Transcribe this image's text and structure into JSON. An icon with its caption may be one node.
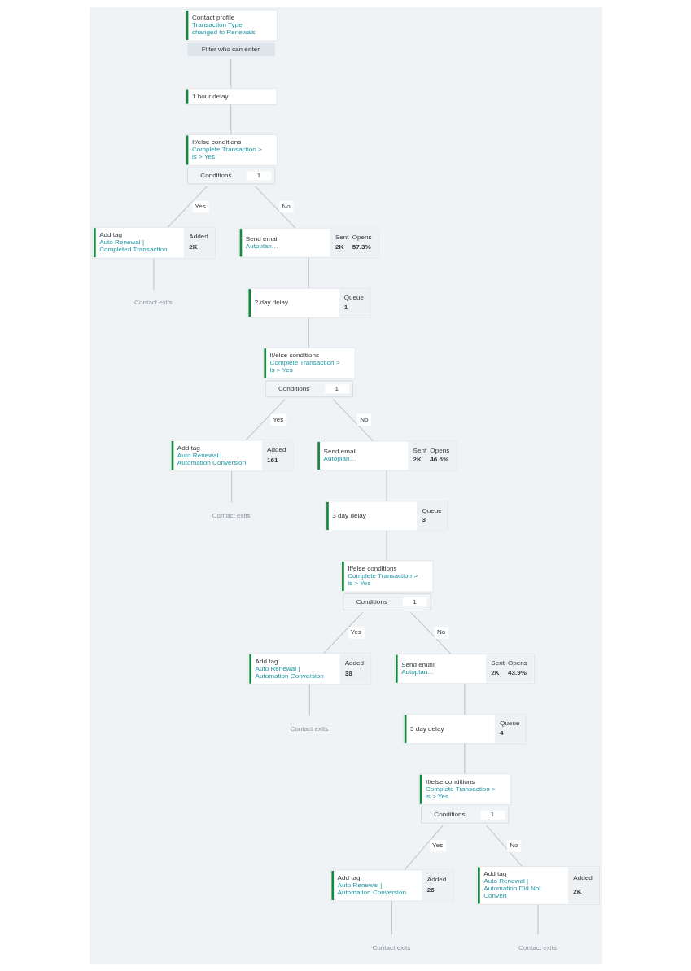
{
  "diagram": {
    "nodes": [
      {
        "text": [
          "Contact profile",
          "Transaction Type changed to Renewals"
        ],
        "beside": [
          "Filter who can enter"
        ]
      },
      {
        "text": [
          "1 hour delay"
        ]
      },
      {
        "text": [
          "If/else conditions",
          "Complete Transaction > is > Yes"
        ],
        "beside": [
          "Conditions",
          "1"
        ]
      },
      {
        "text": [
          "Add tag",
          "Auto Renewal | Completed Transaction",
          "Added",
          "2K"
        ]
      },
      {
        "text": [
          "Send email",
          "Autoplan…",
          "Sent",
          "2K",
          "Opens",
          "57.3%"
        ]
      },
      {
        "text": [
          "2 day delay",
          "Queue",
          "1"
        ]
      },
      {
        "text": [
          "Contact exits"
        ]
      },
      {
        "text": [
          "If/else conditions",
          "Complete Transaction > is > Yes"
        ],
        "beside": [
          "Conditions",
          "1"
        ]
      },
      {
        "text": [
          "Add tag",
          "Auto Renewal | Automation Conversion",
          "Added",
          "161"
        ]
      },
      {
        "text": [
          "Send email",
          "Autoplan…",
          "Sent",
          "2K",
          "Opens",
          "46.6%"
        ]
      },
      {
        "text": [
          "3 day delay",
          "Queue",
          "3"
        ]
      },
      {
        "text": [
          "Contact exits"
        ]
      },
      {
        "text": [
          "If/else conditions",
          "Complete Transaction > is > Yes"
        ],
        "beside": [
          "Conditions",
          "1"
        ]
      },
      {
        "text": [
          "Add tag",
          "Auto Renewal | Automation Conversion",
          "Added",
          "38"
        ]
      },
      {
        "text": [
          "Send email",
          "Autoplan…",
          "Sent",
          "2K",
          "Opens",
          "43.9%"
        ]
      },
      {
        "text": [
          "5 day delay",
          "Queue",
          "4"
        ]
      },
      {
        "text": [
          "Contact exits"
        ]
      },
      {
        "text": [
          "If/else conditions",
          "Complete Transaction > is > Yes"
        ],
        "beside": [
          "Conditions",
          "1"
        ]
      },
      {
        "text": [
          "Add tag",
          "Auto Renewal | Automation Conversion",
          "Added",
          "26"
        ]
      },
      {
        "text": [
          "Add tag",
          "Auto Renewal | Automation Did Not Convert",
          "Added",
          "2K"
        ]
      },
      {
        "text": [
          "Contact exits"
        ]
      },
      {
        "text": [
          "Contact exits"
        ]
      }
    ],
    "edges": [
      {
        "from": 0,
        "to": 1,
        "arrow": "none"
      },
      {
        "from": 1,
        "to": 2,
        "arrow": "none"
      },
      {
        "from": 2,
        "to": 3,
        "arrow": "none",
        "label": "Yes"
      },
      {
        "from": 2,
        "to": 4,
        "arrow": "none",
        "label": "No"
      },
      {
        "from": 3,
        "to": 6,
        "arrow": "none"
      },
      {
        "from": 4,
        "to": 5,
        "arrow": "none"
      },
      {
        "from": 5,
        "to": 7,
        "arrow": "none"
      },
      {
        "from": 7,
        "to": 8,
        "arrow": "none",
        "label": "Yes"
      },
      {
        "from": 7,
        "to": 9,
        "arrow": "none",
        "label": "No"
      },
      {
        "from": 8,
        "to": 11,
        "arrow": "none"
      },
      {
        "from": 9,
        "to": 10,
        "arrow": "none"
      },
      {
        "from": 10,
        "to": 12,
        "arrow": "none"
      },
      {
        "from": 12,
        "to": 13,
        "arrow": "none",
        "label": "Yes"
      },
      {
        "from": 12,
        "to": 14,
        "arrow": "none",
        "label": "No"
      },
      {
        "from": 13,
        "to": 16,
        "arrow": "none"
      },
      {
        "from": 14,
        "to": 15,
        "arrow": "none"
      },
      {
        "from": 15,
        "to": 17,
        "arrow": "none"
      },
      {
        "from": 17,
        "to": 18,
        "arrow": "none",
        "label": "Yes"
      },
      {
        "from": 17,
        "to": 19,
        "arrow": "none",
        "label": "No"
      },
      {
        "from": 18,
        "to": 20,
        "arrow": "none"
      },
      {
        "from": 19,
        "to": 21,
        "arrow": "none"
      }
    ]
  }
}
